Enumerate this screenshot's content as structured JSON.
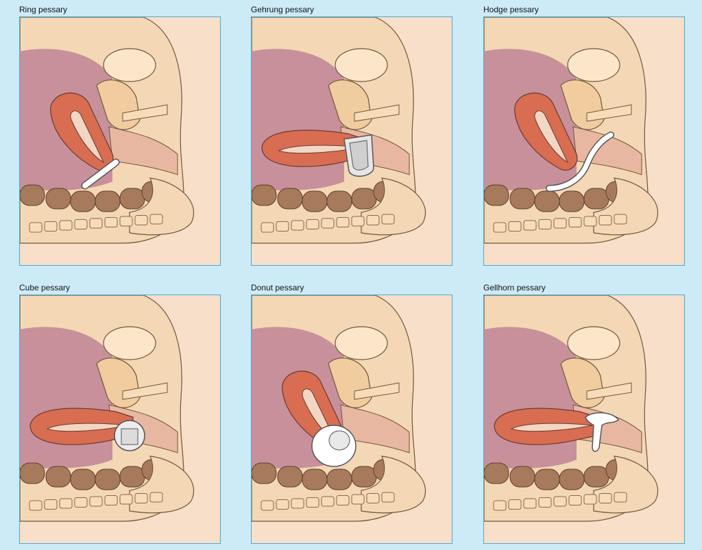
{
  "colors": {
    "background": "#cdeaf7",
    "frame_border": "#4aa9d6",
    "skin": "#f7dfc9",
    "bone": "#f6dcb8",
    "cavity": "#c7909a",
    "uterus": "#d86d52",
    "bowel": "#a77a5b",
    "device": "#ffffff"
  },
  "panels": [
    {
      "title": "Ring pessary",
      "device": "ring",
      "uterus": "retro"
    },
    {
      "title": "Gehrung pessary",
      "device": "gehrung",
      "uterus": "flat"
    },
    {
      "title": "Hodge pessary",
      "device": "hodge",
      "uterus": "retro"
    },
    {
      "title": "Cube pessary",
      "device": "cube",
      "uterus": "flat"
    },
    {
      "title": "Donut pessary",
      "device": "donut",
      "uterus": "retro"
    },
    {
      "title": "Gellhorn pessary",
      "device": "gellhorn",
      "uterus": "flat"
    }
  ]
}
